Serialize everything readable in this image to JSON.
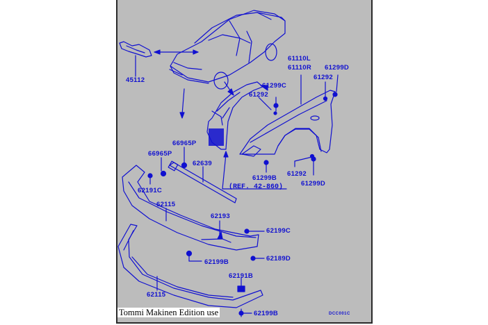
{
  "diagram": {
    "caption": "Tommi Makinen Edition use",
    "drawing_code": "DCC001C",
    "reference": "(REF. 42-860)",
    "colors": {
      "background": "#bcbcbc",
      "ink": "#1010d0",
      "border": "#2a2a2a"
    },
    "part_labels": {
      "p45112": "45112",
      "p61110L": "61110L",
      "p61110R": "61110R",
      "p61299D_top": "61299D",
      "p61292_top": "61292",
      "p61299C_top": "61299C",
      "p61292_mid": "61292",
      "p66965P_a": "66965P",
      "p66965P_b": "66965P",
      "p62639": "62639",
      "p61299B": "61299B",
      "p61292_low": "61292",
      "p61299D_low": "61299D",
      "p62191C": "62191C",
      "p62115_upper": "62115",
      "p62193": "62193",
      "p62199C": "62199C",
      "p62199B_mid": "62199B",
      "p62189D": "62189D",
      "p62191B": "62191B",
      "p62115_lower": "62115",
      "p62199B_low": "62199B"
    }
  }
}
